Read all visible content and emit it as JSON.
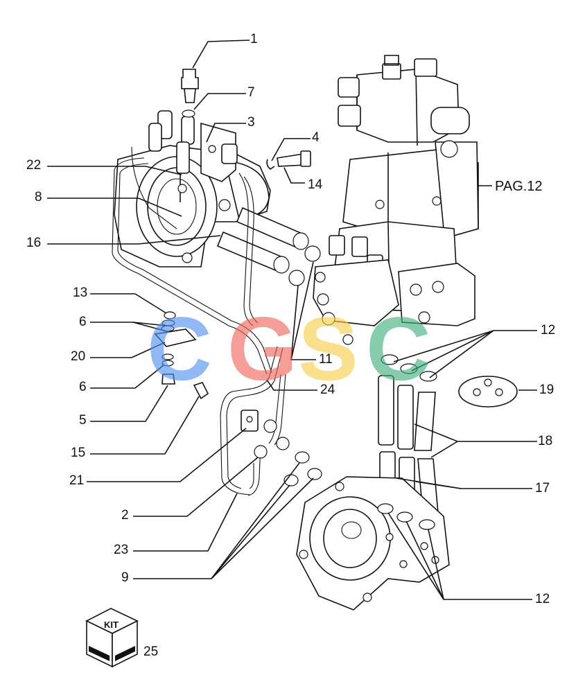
{
  "page_reference": "PAG.12",
  "kit_label": "KIT",
  "watermark": {
    "letters": [
      "C",
      "G",
      "S",
      "C"
    ],
    "colors": [
      "#4f8ff0",
      "#f0645a",
      "#f7cc47",
      "#3fad7a"
    ]
  },
  "callouts": [
    {
      "id": "c1",
      "label": "1"
    },
    {
      "id": "c7",
      "label": "7"
    },
    {
      "id": "c3",
      "label": "3"
    },
    {
      "id": "c4",
      "label": "4"
    },
    {
      "id": "c14",
      "label": "14"
    },
    {
      "id": "c22",
      "label": "22"
    },
    {
      "id": "c8",
      "label": "8"
    },
    {
      "id": "c16",
      "label": "16"
    },
    {
      "id": "c13",
      "label": "13"
    },
    {
      "id": "c6a",
      "label": "6"
    },
    {
      "id": "c20",
      "label": "20"
    },
    {
      "id": "c6b",
      "label": "6"
    },
    {
      "id": "c5",
      "label": "5"
    },
    {
      "id": "c15",
      "label": "15"
    },
    {
      "id": "c21",
      "label": "21"
    },
    {
      "id": "c2",
      "label": "2"
    },
    {
      "id": "c23",
      "label": "23"
    },
    {
      "id": "c9",
      "label": "9"
    },
    {
      "id": "c11",
      "label": "11"
    },
    {
      "id": "c24",
      "label": "24"
    },
    {
      "id": "c12a",
      "label": "12"
    },
    {
      "id": "c19",
      "label": "19"
    },
    {
      "id": "c18",
      "label": "18"
    },
    {
      "id": "c17",
      "label": "17"
    },
    {
      "id": "c12b",
      "label": "12"
    },
    {
      "id": "c25",
      "label": "25"
    }
  ]
}
